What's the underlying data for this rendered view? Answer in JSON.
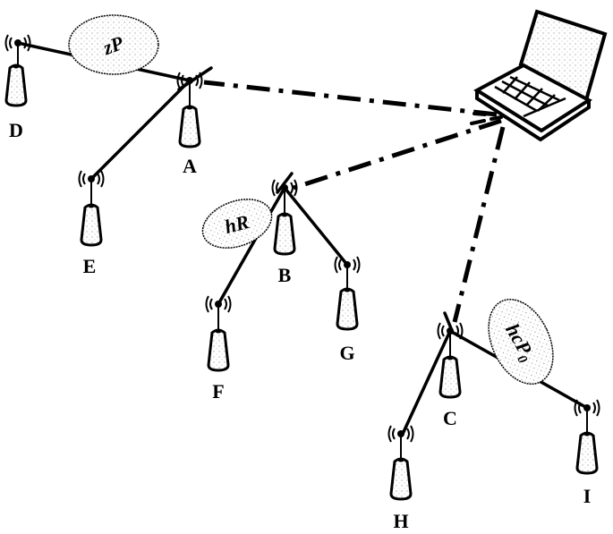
{
  "diagram": {
    "title": "",
    "nodes": [
      {
        "id": "A",
        "label": "A",
        "role": "cluster-head"
      },
      {
        "id": "B",
        "label": "B",
        "role": "cluster-head"
      },
      {
        "id": "C",
        "label": "C",
        "role": "cluster-head"
      },
      {
        "id": "D",
        "label": "D",
        "role": "sensor-node"
      },
      {
        "id": "E",
        "label": "E",
        "role": "sensor-node"
      },
      {
        "id": "F",
        "label": "F",
        "role": "sensor-node"
      },
      {
        "id": "G",
        "label": "G",
        "role": "sensor-node"
      },
      {
        "id": "H",
        "label": "H",
        "role": "sensor-node"
      },
      {
        "id": "I",
        "label": "I",
        "role": "sensor-node"
      }
    ],
    "sink": {
      "label": "",
      "icon": "laptop-icon"
    },
    "clouds": [
      {
        "id": "cloud-zp",
        "text": "zP",
        "between": [
          "A",
          "D"
        ]
      },
      {
        "id": "cloud-hr",
        "text": "hR",
        "between": [
          "B",
          "F"
        ]
      },
      {
        "id": "cloud-hcp0",
        "text": "hcP",
        "subscript": "0",
        "between": [
          "C",
          "I"
        ]
      }
    ],
    "links": [
      {
        "from": "A",
        "to": "D",
        "style": "solid"
      },
      {
        "from": "A",
        "to": "E",
        "style": "solid"
      },
      {
        "from": "B",
        "to": "F",
        "style": "solid"
      },
      {
        "from": "B",
        "to": "G",
        "style": "solid"
      },
      {
        "from": "C",
        "to": "H",
        "style": "solid"
      },
      {
        "from": "C",
        "to": "I",
        "style": "solid"
      },
      {
        "from": "laptop",
        "to": "A",
        "style": "dash-dot"
      },
      {
        "from": "laptop",
        "to": "B",
        "style": "dash-dot"
      },
      {
        "from": "laptop",
        "to": "C",
        "style": "dash-dot"
      }
    ]
  }
}
